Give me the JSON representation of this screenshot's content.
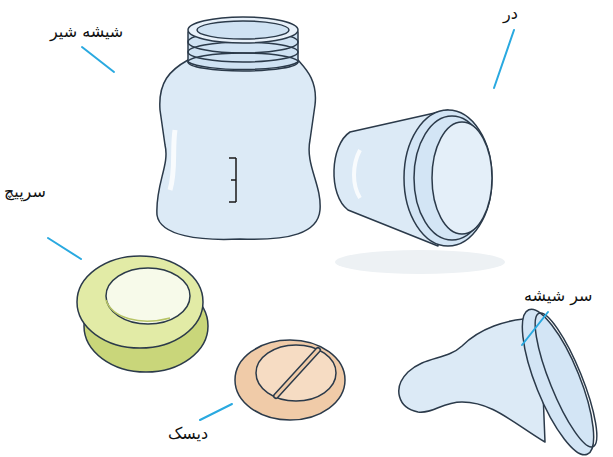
{
  "diagram": {
    "labels": [
      "شیشه شیر",
      "در",
      "سرپیچ",
      "سر شیشه",
      "دیسک"
    ]
  }
}
